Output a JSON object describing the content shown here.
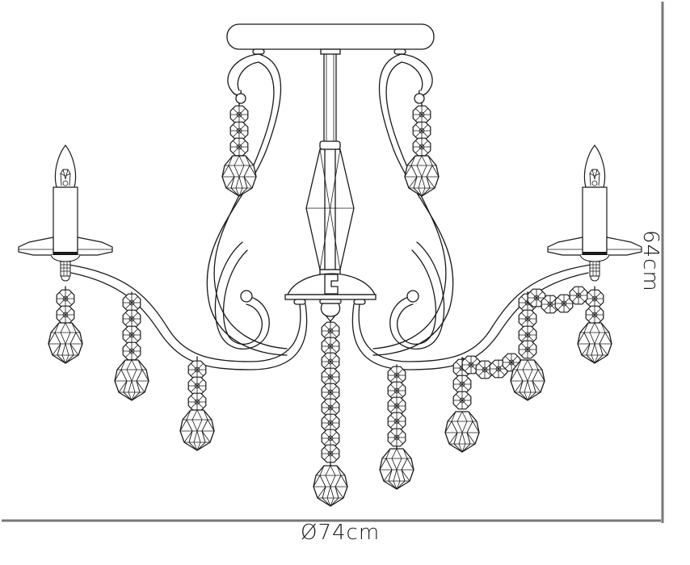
{
  "figure": {
    "subject": "chandelier",
    "view": "front elevation line drawing",
    "arms": 2,
    "candle_lights": 2,
    "crystal_drops": 10
  },
  "dimensions": {
    "width_label": "Ø74cm",
    "height_label": "64cm"
  },
  "colors": {
    "line": "#1a1a1a",
    "dimension_line": "#777777",
    "background": "#ffffff"
  }
}
